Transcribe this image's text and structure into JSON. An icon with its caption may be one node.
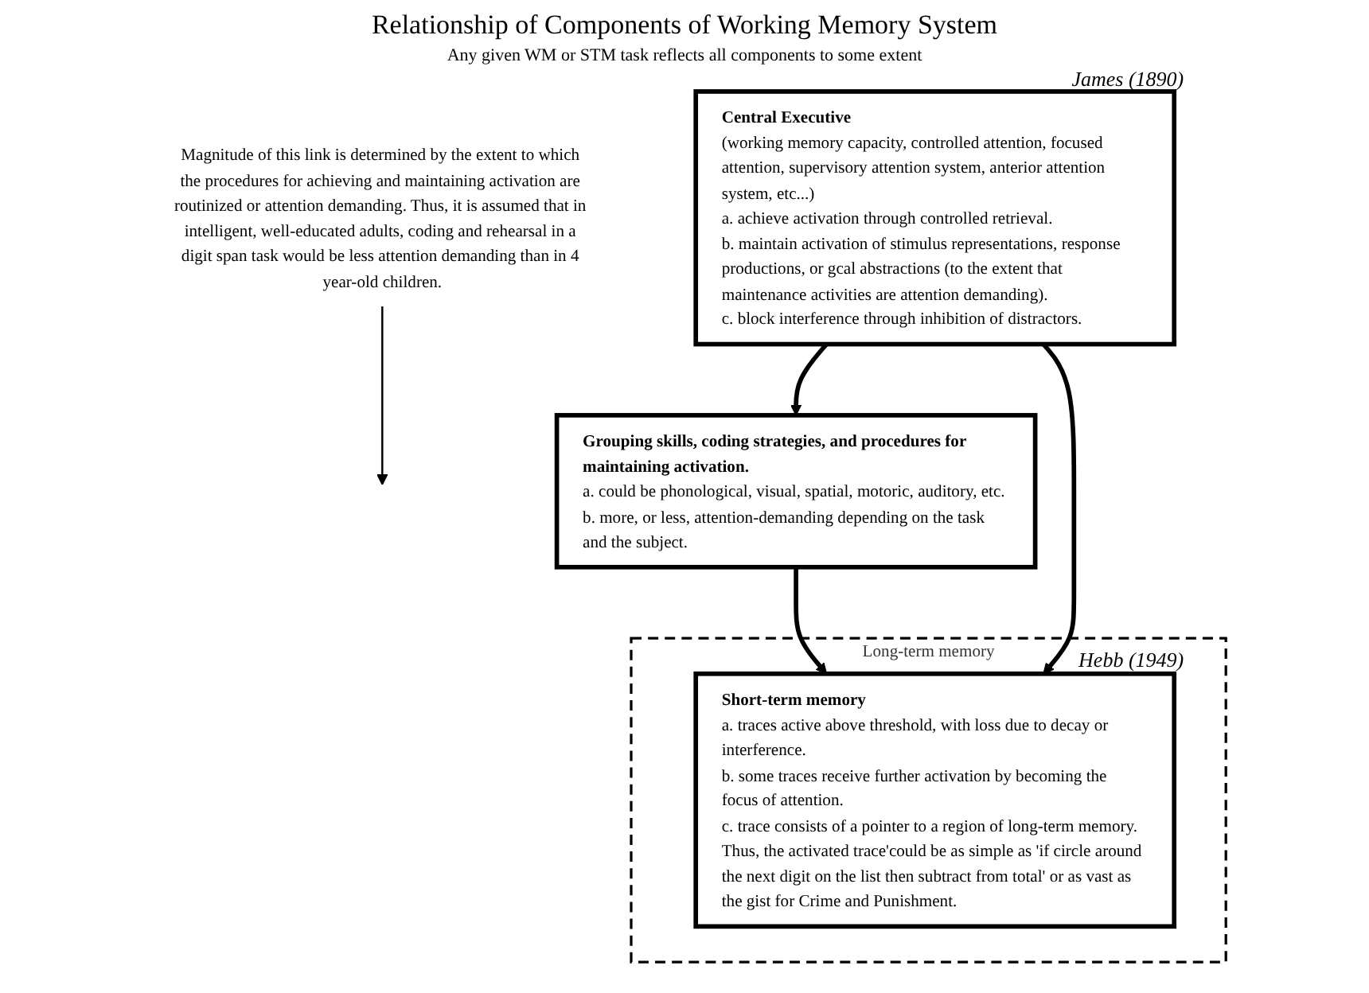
{
  "diagram": {
    "title": "Relationship of Components of Working Memory System",
    "nodes": [
      {
        "text": [
          "Magnitude of this link is determined by the extent to which the procedures for achieving and maintaining activation are routinized or attention demanding. Thus, it is assumed that in intelligent, well-educated adults, coding and rehearsal in a digit span task would be less attention demanding than in 4 year-old children."
        ]
      },
      {
        "text": [
          "Central Executive",
          "(working memory capacity, controlled attention, focused attention, supervisory attention system, anterior attention system, etc...)",
          "a. achieve activation through controlled retrieval.",
          "b. maintain activation of stimulus representations, response productions, or gcal abstractions (to the extent that maintenance activities are attention demanding).",
          "c. block interference through inhibition of distractors."
        ],
        "beside": [
          "James (1890)"
        ]
      },
      {
        "text": [
          "Grouping skills, coding strategies, and procedures for maintaining activation.",
          "a. could be phonological, visual, spatial, motoric, auditory, etc.",
          "b. more, or less, attention-demanding depending on the task and the subject."
        ]
      },
      {
        "text": [
          "Long-term memory"
        ]
      },
      {
        "text": [
          "Short-term memory",
          "a. traces active above threshold, with loss due to decay or interference.",
          "b. some traces receive further activation by becoming the focus of attention.",
          "c. trace consists of a pointer to a region of long-term memory. Thus, the activated trace'could be as simple as 'if circle around the next digit on the list then subtract from total' or as vast as the gist for Crime and Punishment."
        ],
        "in": 3,
        "beside": [
          "Hebb (1949)"
        ]
      }
    ],
    "edges": [
      {
        "from": 1,
        "to": 2,
        "arrow": "to"
      },
      {
        "from": 2,
        "to": 4,
        "arrow": "to"
      },
      {
        "from": 1,
        "to": 4,
        "arrow": "to"
      },
      {
        "from": 0,
        "to": null,
        "arrow": "to"
      }
    ],
    "labels": [
      "Any given WM or STM task reflects all components to some extent"
    ]
  }
}
